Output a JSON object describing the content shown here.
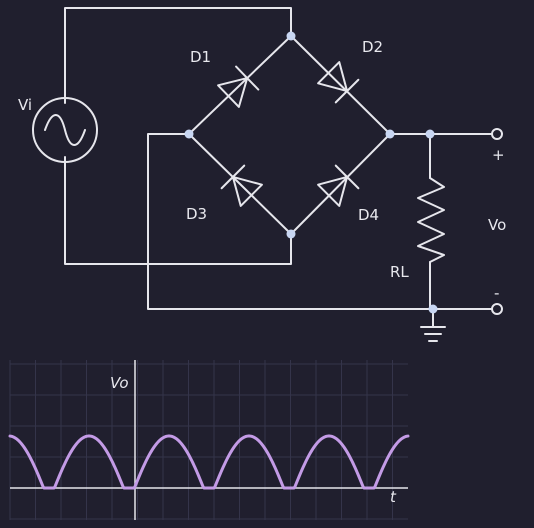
{
  "source": {
    "label": "Vi"
  },
  "diodes": [
    {
      "id": "D1"
    },
    {
      "id": "D2"
    },
    {
      "id": "D3"
    },
    {
      "id": "D4"
    }
  ],
  "load": {
    "label": "RL"
  },
  "output": {
    "label": "Vo",
    "plus": "+",
    "minus": "-"
  },
  "waveform": {
    "y_label": "Vo",
    "x_label": "t",
    "color": "#c39be6",
    "type": "full-wave rectified sine (clipped)"
  },
  "colors": {
    "background": "#201f2e",
    "wire": "#e6e6ec",
    "node": "#c8d6f2",
    "grid": "#34344a"
  }
}
